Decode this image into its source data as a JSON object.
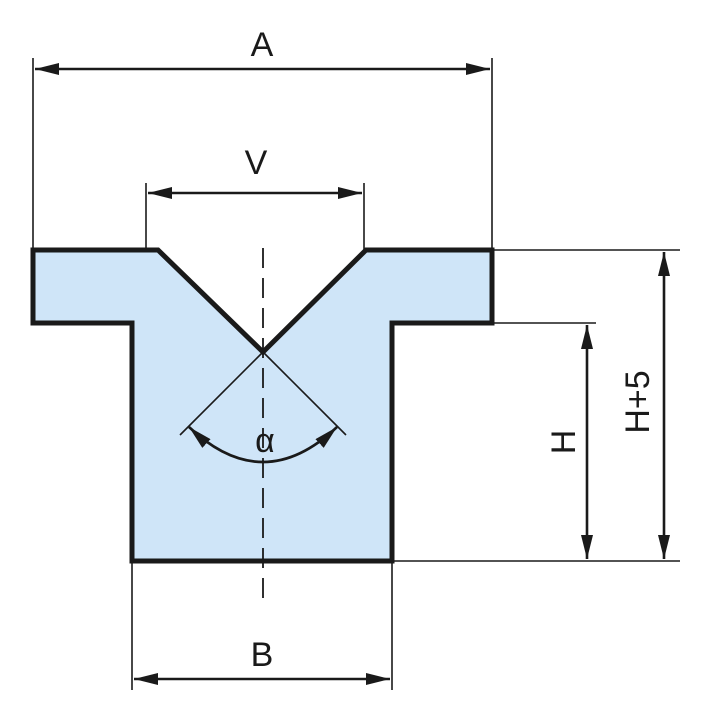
{
  "colors": {
    "body_fill": "#cfe5f8",
    "outline": "#1a1a1a"
  },
  "labels": {
    "width_top": "A",
    "groove_width": "V",
    "width_bottom": "B",
    "height": "H",
    "height_total": "H+5",
    "angle": "α"
  }
}
